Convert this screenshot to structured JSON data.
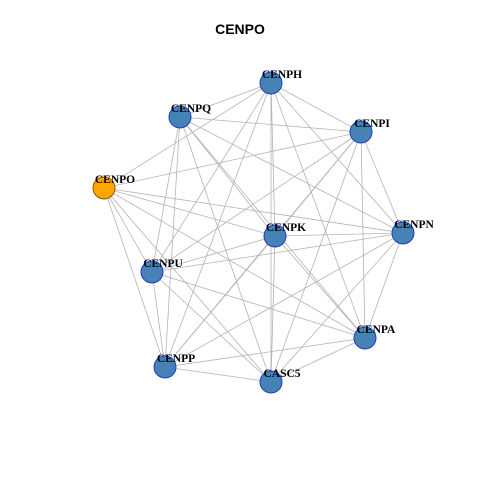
{
  "title": "CENPO",
  "colors": {
    "highlight_fill": "#FFA500",
    "highlight_stroke": "#8B5A00",
    "node_fill": "#4682B4",
    "node_stroke": "#1C3DCC",
    "edge": "#B3B3B3",
    "background": "#FFFFFF"
  },
  "highlight_node": "CENPO",
  "nodes": [
    {
      "id": "CENPH"
    },
    {
      "id": "CENPQ"
    },
    {
      "id": "CENPI"
    },
    {
      "id": "CENPO"
    },
    {
      "id": "CENPK"
    },
    {
      "id": "CENPN"
    },
    {
      "id": "CENPU"
    },
    {
      "id": "CENPA"
    },
    {
      "id": "CENPP"
    },
    {
      "id": "CASC5"
    }
  ],
  "edges": [
    [
      "CENPH",
      "CENPQ"
    ],
    [
      "CENPH",
      "CENPI"
    ],
    [
      "CENPH",
      "CENPO"
    ],
    [
      "CENPH",
      "CENPK"
    ],
    [
      "CENPH",
      "CENPN"
    ],
    [
      "CENPH",
      "CENPU"
    ],
    [
      "CENPH",
      "CENPA"
    ],
    [
      "CENPH",
      "CENPP"
    ],
    [
      "CENPH",
      "CASC5"
    ],
    [
      "CENPQ",
      "CENPI"
    ],
    [
      "CENPQ",
      "CENPK"
    ],
    [
      "CENPQ",
      "CENPN"
    ],
    [
      "CENPQ",
      "CENPU"
    ],
    [
      "CENPQ",
      "CENPA"
    ],
    [
      "CENPQ",
      "CENPP"
    ],
    [
      "CENPQ",
      "CASC5"
    ],
    [
      "CENPI",
      "CENPO"
    ],
    [
      "CENPI",
      "CENPK"
    ],
    [
      "CENPI",
      "CENPN"
    ],
    [
      "CENPI",
      "CENPU"
    ],
    [
      "CENPI",
      "CENPA"
    ],
    [
      "CENPI",
      "CENPP"
    ],
    [
      "CENPI",
      "CASC5"
    ],
    [
      "CENPO",
      "CENPK"
    ],
    [
      "CENPO",
      "CENPN"
    ],
    [
      "CENPO",
      "CENPU"
    ],
    [
      "CENPO",
      "CENPA"
    ],
    [
      "CENPO",
      "CENPP"
    ],
    [
      "CENPO",
      "CASC5"
    ],
    [
      "CENPK",
      "CENPN"
    ],
    [
      "CENPK",
      "CENPU"
    ],
    [
      "CENPK",
      "CENPA"
    ],
    [
      "CENPK",
      "CENPP"
    ],
    [
      "CENPK",
      "CASC5"
    ],
    [
      "CENPN",
      "CENPU"
    ],
    [
      "CENPN",
      "CENPA"
    ],
    [
      "CENPN",
      "CENPP"
    ],
    [
      "CENPN",
      "CASC5"
    ],
    [
      "CENPU",
      "CENPA"
    ],
    [
      "CENPU",
      "CENPP"
    ],
    [
      "CENPU",
      "CASC5"
    ],
    [
      "CENPA",
      "CENPP"
    ],
    [
      "CENPA",
      "CASC5"
    ],
    [
      "CENPP",
      "CASC5"
    ]
  ]
}
